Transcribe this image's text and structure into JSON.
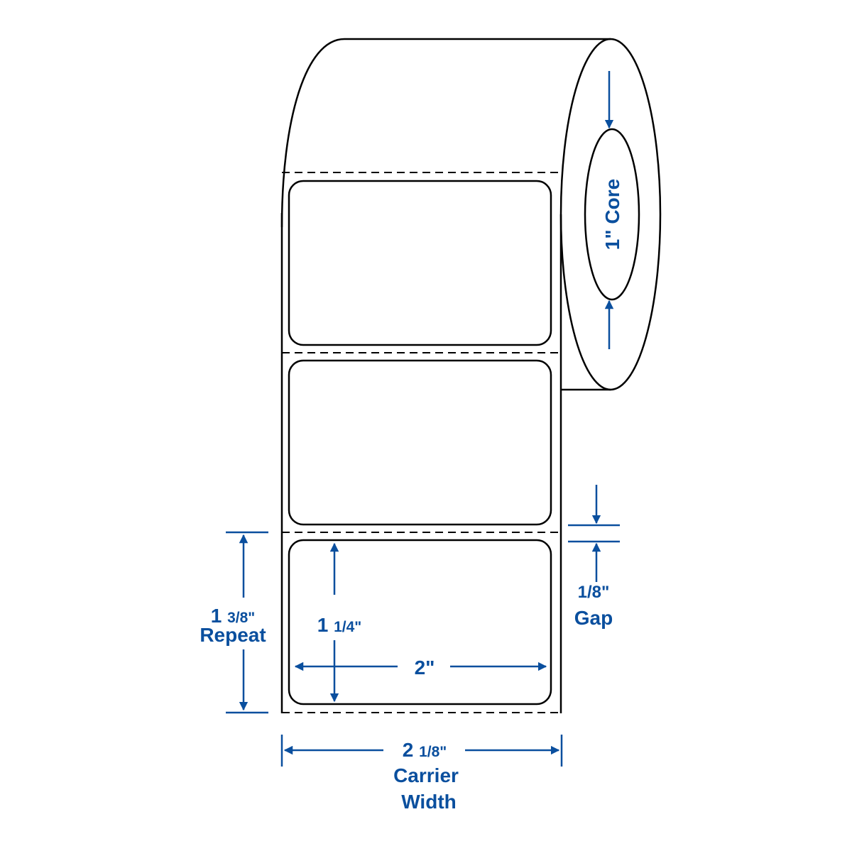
{
  "colors": {
    "dimension": "#0a4f9e",
    "outline": "#000000"
  },
  "core": {
    "label": "1\" Core"
  },
  "gap": {
    "value": "1/8\"",
    "label": "Gap"
  },
  "repeat": {
    "whole": "1",
    "fraction": "3/8\"",
    "label": "Repeat"
  },
  "label_height": {
    "whole": "1",
    "fraction": "1/4\""
  },
  "label_width": {
    "value": "2\""
  },
  "carrier_width": {
    "whole": "2",
    "fraction": "1/8\"",
    "label1": "Carrier",
    "label2": "Width"
  }
}
